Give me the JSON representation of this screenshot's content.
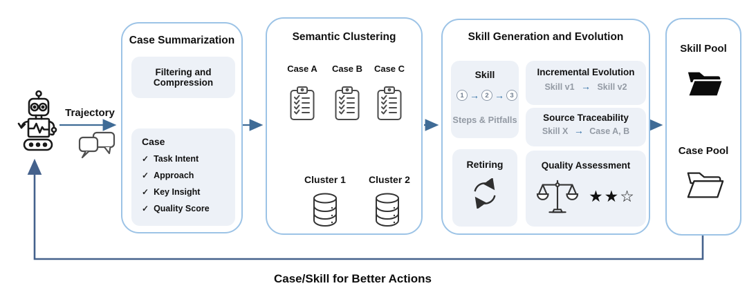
{
  "colors": {
    "panel_border": "#9cc3e6",
    "inner_box_bg": "#edf1f7",
    "arrow_blue": "#3f6b96",
    "feedback_line": "#44618c",
    "gray_text": "#939aa4",
    "mini_arrow_blue": "#2e6da4"
  },
  "glyphs": {
    "check": "✓",
    "arrow_right": "→",
    "stars": "★★☆"
  },
  "flow": {
    "trajectory_label": "Trajectory",
    "footer_label": "Case/Skill for Better Actions"
  },
  "panels": {
    "case_summarization": {
      "title": "Case Summarization",
      "filtering_label": "Filtering and Compression",
      "case_card": {
        "title": "Case",
        "items": [
          "Task Intent",
          "Approach",
          "Key Insight",
          "Quality Score"
        ]
      }
    },
    "semantic_clustering": {
      "title": "Semantic Clustering",
      "cases": [
        "Case A",
        "Case B",
        "Case C"
      ],
      "clusters": [
        "Cluster 1",
        "Cluster 2"
      ]
    },
    "skill_generation": {
      "title": "Skill Generation and Evolution",
      "skill_card": {
        "title": "Skill",
        "steps": [
          "1",
          "2",
          "3"
        ],
        "caption": "Steps & Pitfalls"
      },
      "incremental_card": {
        "title": "Incremental Evolution",
        "from": "Skill v1",
        "to": "Skill v2"
      },
      "traceability_card": {
        "title": "Source Traceability",
        "from": "Skill X",
        "to": "Case A, B"
      },
      "retiring_card": {
        "title": "Retiring"
      },
      "quality_card": {
        "title": "Quality Assessment"
      }
    },
    "pools": {
      "skill_label": "Skill Pool",
      "case_label": "Case Pool"
    }
  }
}
